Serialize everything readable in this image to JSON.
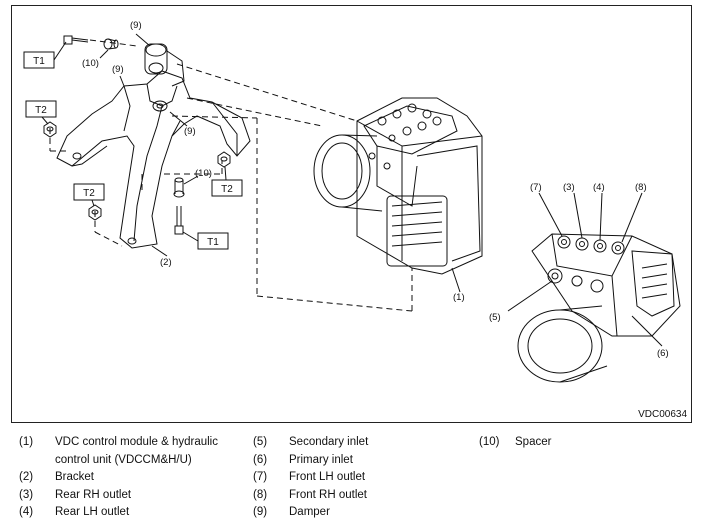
{
  "figure": {
    "code": "VDC00634",
    "torque_tags": [
      "T1",
      "T2",
      "T2",
      "T2",
      "T1"
    ],
    "callouts": [
      "(9)",
      "(10)",
      "(9)",
      "(9)",
      "(10)",
      "(2)",
      "(1)",
      "(7)",
      "(3)",
      "(4)",
      "(8)",
      "(5)",
      "(6)"
    ]
  },
  "legend": {
    "column1": [
      {
        "num": "(1)",
        "text": "VDC control module & hydraulic"
      },
      {
        "num": "",
        "text": "control unit (VDCCM&H/U)"
      },
      {
        "num": "(2)",
        "text": "Bracket"
      },
      {
        "num": "(3)",
        "text": "Rear RH outlet"
      },
      {
        "num": "(4)",
        "text": "Rear LH outlet"
      }
    ],
    "column2": [
      {
        "num": "(5)",
        "text": "Secondary inlet"
      },
      {
        "num": "(6)",
        "text": "Primary inlet"
      },
      {
        "num": "(7)",
        "text": "Front LH outlet"
      },
      {
        "num": "(8)",
        "text": "Front RH outlet"
      },
      {
        "num": "(9)",
        "text": "Damper"
      }
    ],
    "column3": [
      {
        "num": "(10)",
        "text": "Spacer"
      }
    ]
  }
}
